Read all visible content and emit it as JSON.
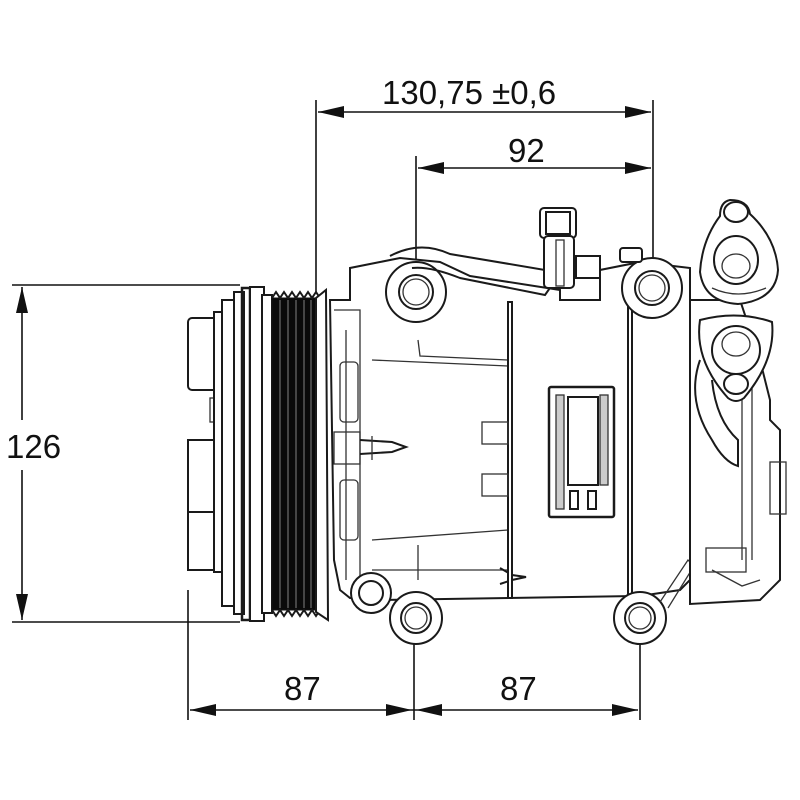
{
  "drawing": {
    "subject": "A/C compressor with pulley, side view technical drawing",
    "line_color": "#1a1a1a",
    "background": "#ffffff"
  },
  "dimensions": {
    "overall_mount_width": {
      "label": "130,75 ±0,6",
      "value": 130.75,
      "tolerance": 0.6,
      "unit": "mm"
    },
    "upper_mount_spacing": {
      "label": "92",
      "value": 92,
      "unit": "mm"
    },
    "pulley_height": {
      "label": "126",
      "value": 126,
      "unit": "mm"
    },
    "front_to_lower_mount": {
      "label": "87",
      "value": 87,
      "unit": "mm"
    },
    "lower_mount_spacing": {
      "label": "87",
      "value": 87,
      "unit": "mm"
    }
  }
}
